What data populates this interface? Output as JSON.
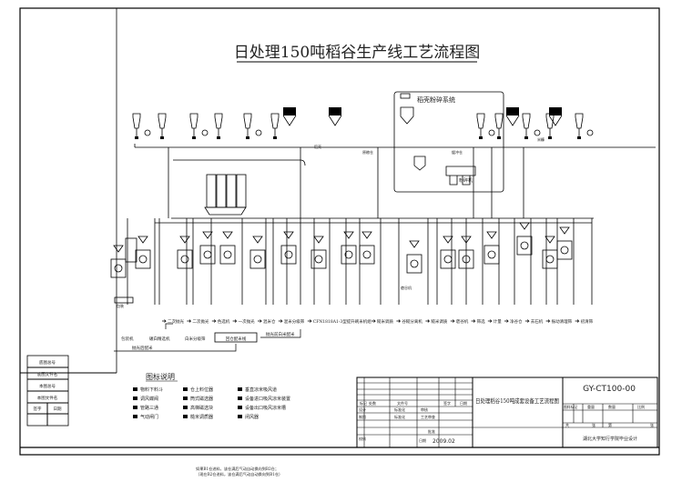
{
  "title": "日处理150吨稻谷生产线工艺流程图",
  "diagram_labels": {
    "husk_system": "稻壳粉碎系统",
    "crusher": "粉碎机",
    "buffer_bin": "缓冲仓",
    "husk": "稻壳",
    "bran": "米糠",
    "paddy_store": "原粮仓",
    "huller": "砻谷机",
    "packing": "包装"
  },
  "flow_row_1": [
    "二次抛光",
    "二次抛光",
    "色选机",
    "一次抛光",
    "混米仓",
    "混米分级筛",
    "CFN1818A1-3型提升刷米机组",
    "糙米调质",
    "谷糙分离机",
    "糙米调质",
    "砻谷机",
    "筛选",
    "计量",
    "净谷仓",
    "去石机",
    "振动清理筛",
    "初清筛"
  ],
  "flow_row_2": {
    "items": [
      "包装机",
      "碾白精选机",
      "白米分级筛"
    ],
    "box": "回仓配米线",
    "after_box": "抛光前白米配米",
    "below": "抛光后配米"
  },
  "legend": {
    "title": "图标说明",
    "items": [
      [
        "物料下料斗",
        "仓上料位器",
        "垂直凉米吸风道"
      ],
      [
        "调风蝶阀",
        "筒式磁选器",
        "设备进口吸风凉米装置"
      ],
      [
        "管路三通",
        "高梯磁选块",
        "设备出口吸风凉米槽"
      ],
      [
        "气动闸门",
        "糙米调质器",
        "闭风器"
      ]
    ]
  },
  "side_block": {
    "rows": [
      "底图总号",
      "底图文件名",
      "本图总号",
      "本图文件名"
    ],
    "sign": "签字",
    "date": "日期"
  },
  "title_block": {
    "headers": [
      "标记",
      "处数",
      "文件号",
      "签字",
      "日期"
    ],
    "design": "设计",
    "draw": "制图",
    "check": "校核",
    "standard": "标准化",
    "std_check": "审核",
    "process": "工艺审查",
    "approve": "批准",
    "date_label": "日期",
    "date": "2009.02",
    "drawing_title": "日处理稻谷150吨成套设备工艺流程图",
    "drawing_no": "GY-CT100-00",
    "stage": "图样标记",
    "weight": "重量",
    "quantity": "数量",
    "scale": "比例",
    "sheets_total": "共",
    "sheet": "张",
    "sheet_no": "第",
    "sheet_unit": "张",
    "school": "湖北大学知行学院毕业设计"
  },
  "footnote": [
    "如果B1仓进料，该仓满后气动自动换向到B2仓；",
    "（现在B2仓进料，该仓满后气动自动换向到B1仓）"
  ]
}
